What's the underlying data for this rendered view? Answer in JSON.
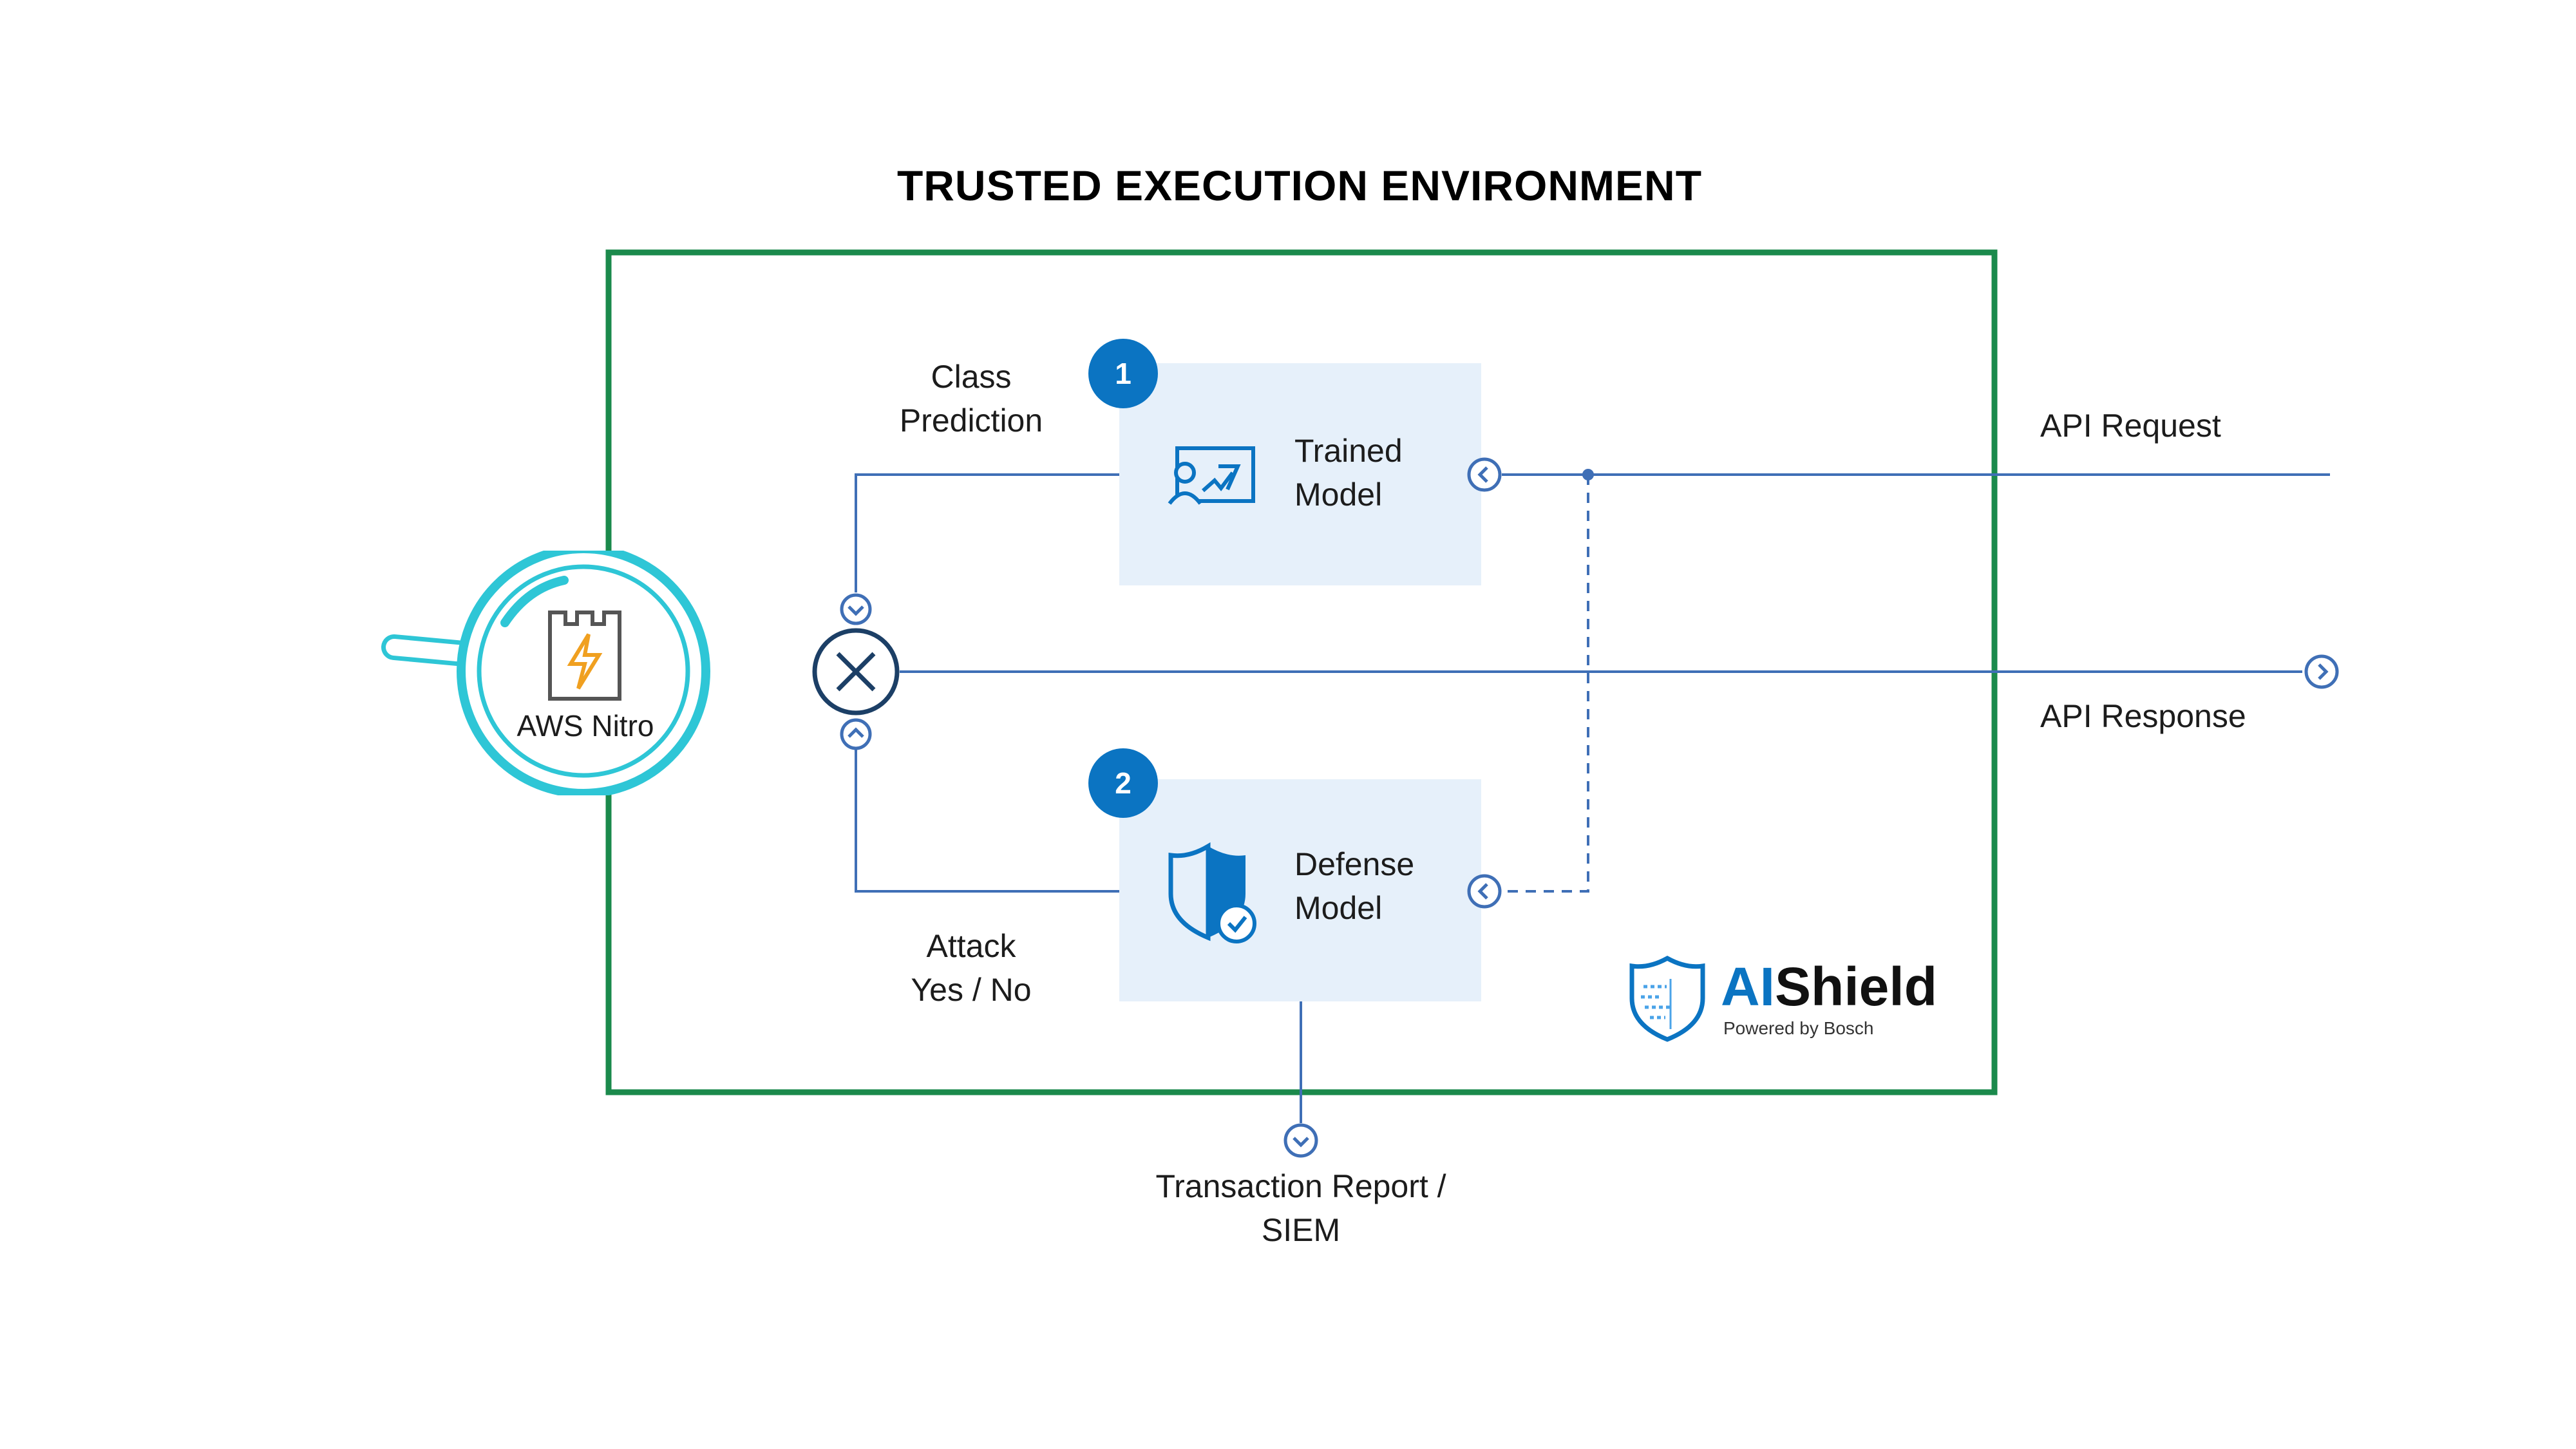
{
  "title": "TRUSTED EXECUTION ENVIRONMENT",
  "nitro": {
    "label": "AWS Nitro"
  },
  "trained_model": {
    "step": "1",
    "line1": "Trained",
    "line2": "Model"
  },
  "defense_model": {
    "step": "2",
    "line1": "Defense",
    "line2": "Model"
  },
  "class_prediction": {
    "line1": "Class",
    "line2": "Prediction"
  },
  "attack": {
    "line1": "Attack",
    "line2": "Yes / No"
  },
  "api_request": "API Request",
  "api_response": "API Response",
  "transaction": {
    "line1": "Transaction Report /",
    "line2": "SIEM"
  },
  "logo": {
    "ai": "AI",
    "shield": "Shield",
    "sub": "Powered by Bosch"
  },
  "colors": {
    "tee_border": "#1b8a4c",
    "line": "#3f6fb6",
    "box_fill": "#e6f0fa",
    "badge": "#0b74c2",
    "nitro_ring": "#2ec6d6",
    "logo_blue": "#0b74c2"
  }
}
